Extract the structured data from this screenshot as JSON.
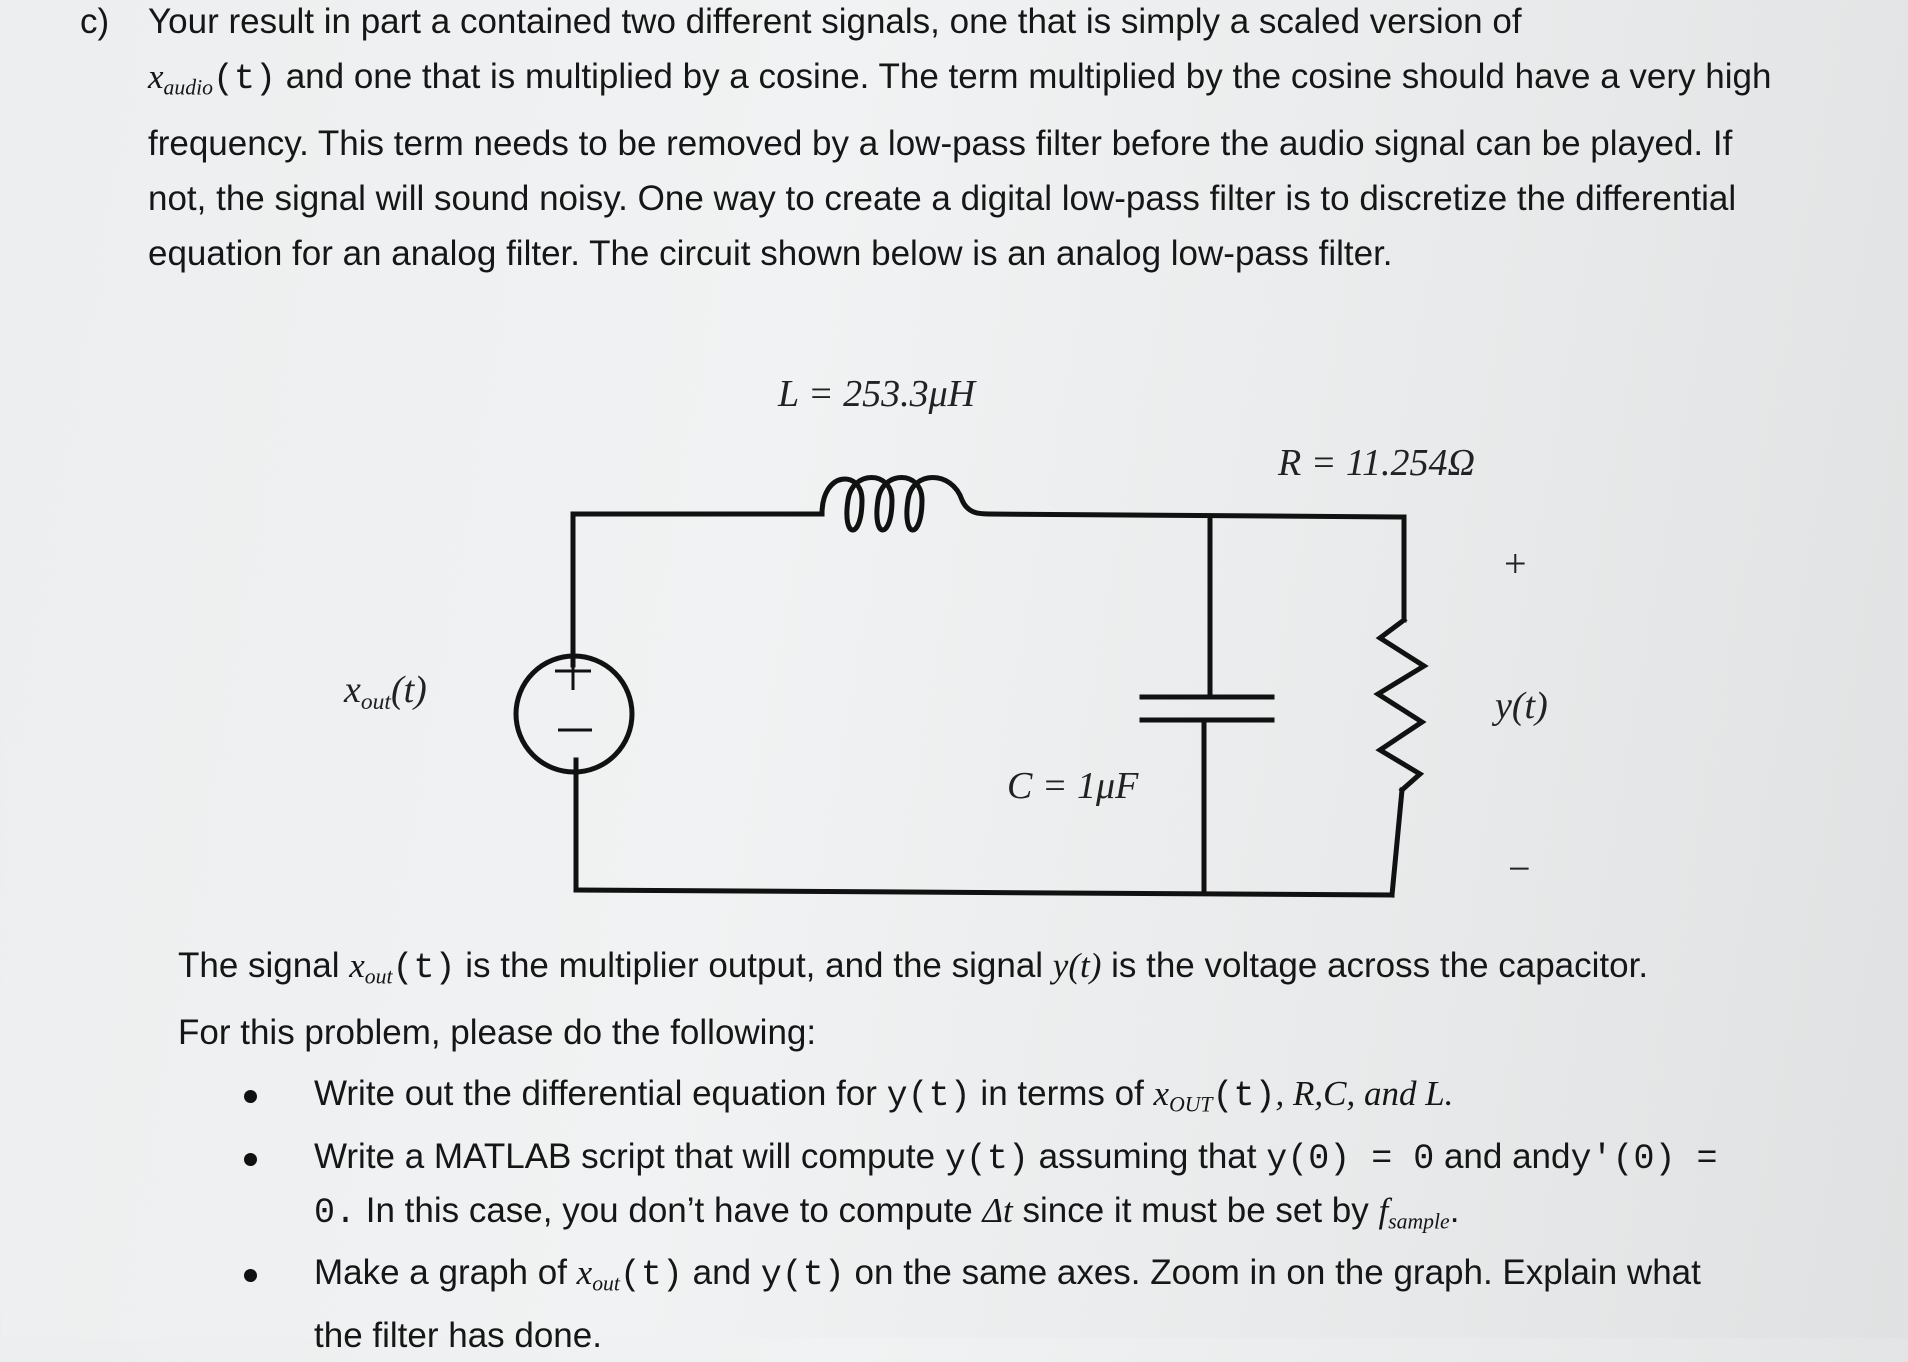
{
  "part_c": {
    "label": "c)",
    "line1": "Your result in part a contained two different signals, one that is simply a scaled version of",
    "x_audio_var": "x",
    "x_audio_sub": "audio",
    "x_audio_arg": "(t)",
    "line2_rest": " and one that is multiplied by a cosine.  The term multiplied by the cosine should have a very high frequency.  This term needs to be removed by a low-pass filter before the audio signal can be played.  If not, the signal will sound noisy.  One way to create a digital low-pass filter is to discretize the differential equation for an analog filter.  The circuit shown below is an analog low-pass filter."
  },
  "circuit": {
    "inductor_label": "L = 253.3μH",
    "resistor_label": "R = 11.254Ω",
    "capacitor_label": "C = 1μF",
    "source_label_var": "x",
    "source_label_sub": "out",
    "source_label_arg": "(t)",
    "output_label": "y(t)",
    "plus_sign": "+",
    "minus_sign": "−"
  },
  "signal_desc": {
    "pre": "The signal ",
    "xout_var": "x",
    "xout_sub": "out",
    "xout_arg": "(t)",
    "mid": " is the multiplier output, and the signal ",
    "y_expr": "y(t)",
    "post": " is the voltage across the capacitor.  For this problem, please do the following:"
  },
  "bullets": {
    "b1_pre": "Write out the differential equation for ",
    "b1_y": "y(t)",
    "b1_mid": " in terms of ",
    "b1_x_var": "x",
    "b1_x_sub": "OUT",
    "b1_x_arg": "(t)",
    "b1_rest": ", R,C, and L.",
    "b2_pre": "Write a MATLAB script that will compute ",
    "b2_y": "y(t)",
    "b2_mid1": " assuming that ",
    "b2_cond1": "y(0) = 0",
    "b2_mid2": " and and",
    "b2_cond2": "y′(0) = 0.",
    "b2_mid3": " In this case, you don’t have to compute ",
    "b2_dt": "Δt",
    "b2_mid4": " since it must be set by ",
    "b2_f_var": "f",
    "b2_f_sub": "sample",
    "b2_end": ".",
    "b3_pre": "Make a graph of ",
    "b3_x_var": "x",
    "b3_x_sub": "out",
    "b3_x_arg": "(t)",
    "b3_mid": " and ",
    "b3_y": "y(t)",
    "b3_rest": " on the same axes.  Zoom in on the graph.  Explain what the filter has done."
  }
}
